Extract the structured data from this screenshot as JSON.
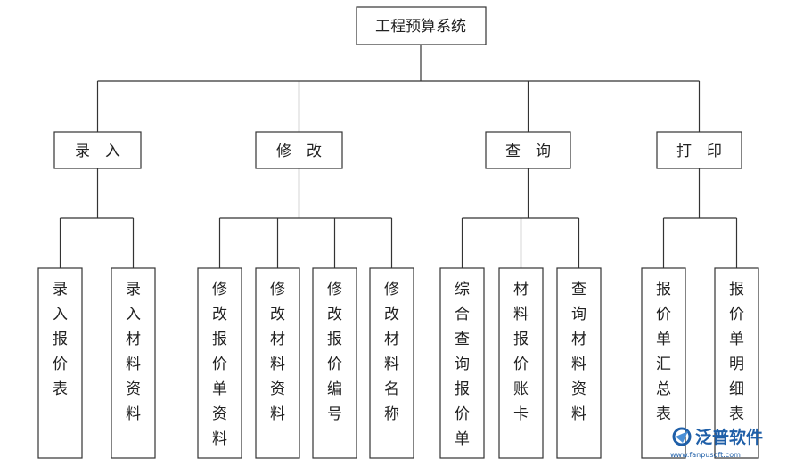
{
  "root": "工程预算系统",
  "branches": [
    {
      "label": "录　入",
      "children": [
        "录入报价表",
        "录入材料资料"
      ]
    },
    {
      "label": "修　改",
      "children": [
        "修改报价单资料",
        "修改材料资料",
        "修改报价编号",
        "修改材料名称"
      ]
    },
    {
      "label": "查　询",
      "children": [
        "综合查询报价单",
        "材料报价账卡",
        "查询材料资料"
      ]
    },
    {
      "label": "打　印",
      "children": [
        "报价单汇总表",
        "报价单明细表"
      ]
    }
  ],
  "watermark": {
    "brand": "泛普软件",
    "url": "www.fanpusoft.com",
    "logo_color": "#1f5fa8"
  }
}
